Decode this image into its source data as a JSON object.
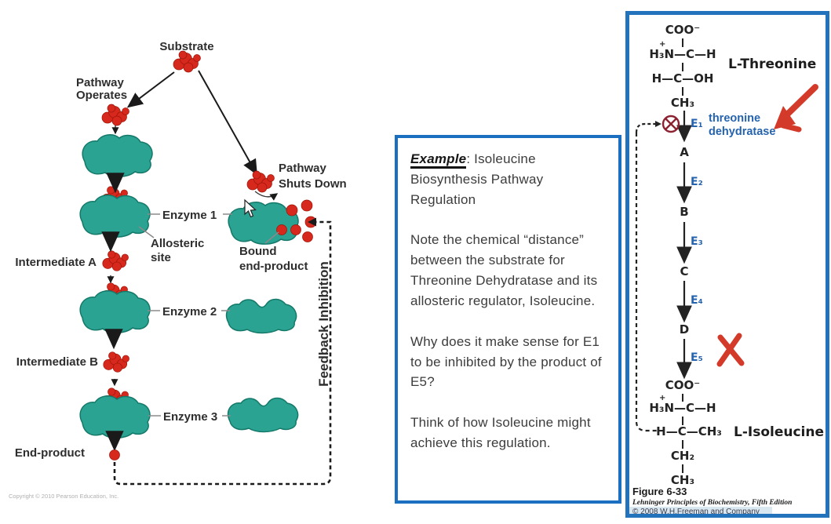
{
  "left_diagram": {
    "title_substrate": "Substrate",
    "pathway_operates": {
      "line1": "Pathway",
      "line2": "Operates"
    },
    "pathway_shuts_down": {
      "line1": "Pathway",
      "line2": "Shuts Down"
    },
    "enzyme1": "Enzyme 1",
    "enzyme2": "Enzyme 2",
    "enzyme3": "Enzyme 3",
    "allosteric": {
      "line1": "Allosteric",
      "line2": "site"
    },
    "bound": {
      "line1": "Bound",
      "line2": "end-product"
    },
    "intermediate_a": "Intermediate A",
    "intermediate_b": "Intermediate B",
    "end_product": "End-product",
    "feedback": "Feedback Inhibition",
    "copyright": "Copyright © 2010 Pearson Education, Inc.",
    "colors": {
      "enzyme": "#2aa392",
      "molecule": "#d6281c",
      "text": "#2e2e2e"
    }
  },
  "note_box": {
    "heading_lead": "Example",
    "heading_rest": ": Isoleucine Biosynthesis Pathway Regulation",
    "para2": "Note the chemical “distance” between the substrate for Threonine Dehydratase and its allosteric regulator, Isoleucine.",
    "para3": "Why does it make sense for E1 to be inhibited by the product of E5?",
    "para4": "Think of how Isoleucine might achieve this regulation.",
    "border_color": "#1b6fc1"
  },
  "figure_panel": {
    "threonine": {
      "coo": "COO⁻",
      "plus": "+",
      "amino": "H₃N—C—H",
      "hydroxyl": "H—C—OH",
      "methyl": "CH₃",
      "name": "L-Threonine"
    },
    "enzyme": {
      "line1": "threonine",
      "line2": "dehydratase"
    },
    "steps": {
      "e1": "E₁",
      "e2": "E₂",
      "e3": "E₃",
      "e4": "E₄",
      "e5": "E₅"
    },
    "intermediates": {
      "a": "A",
      "b": "B",
      "c": "C",
      "d": "D"
    },
    "isoleucine": {
      "coo": "COO⁻",
      "plus": "+",
      "amino": "H₃N—C—H",
      "branch": "H—C—CH₃",
      "ch2": "CH₂",
      "methyl": "CH₃",
      "name": "L-Isoleucine"
    },
    "caption": {
      "figure": "Figure 6-33",
      "source": "Lehninger Principles of Biochemistry, Fifth Edition",
      "copyright": "© 2008 W.H.Freeman and Company"
    },
    "colors": {
      "border": "#2273bb",
      "enzyme_text": "#2563ae",
      "annotation": "#d43a2a",
      "inhibit_symbol": "#8c2231"
    }
  }
}
